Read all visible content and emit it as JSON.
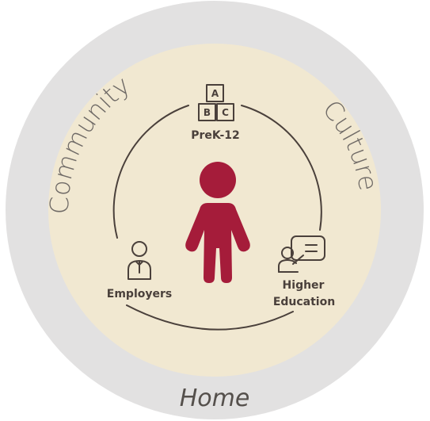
{
  "outer_ring": {
    "labels": {
      "community": "Community",
      "culture": "Culture",
      "home": "Home"
    },
    "color": "#e2e1e1"
  },
  "inner_circle": {
    "color": "#f1e8d1"
  },
  "center": {
    "icon": "child-figure-icon",
    "color": "#a51c3a"
  },
  "nodes": {
    "prek12": {
      "label": "PreK-12",
      "icon": "abc-blocks-icon",
      "blocks": [
        "A",
        "B",
        "C"
      ]
    },
    "employers": {
      "label": "Employers",
      "icon": "employee-icon"
    },
    "higher_ed": {
      "label_line1": "Higher",
      "label_line2": "Education",
      "icon": "presenter-board-icon"
    }
  }
}
